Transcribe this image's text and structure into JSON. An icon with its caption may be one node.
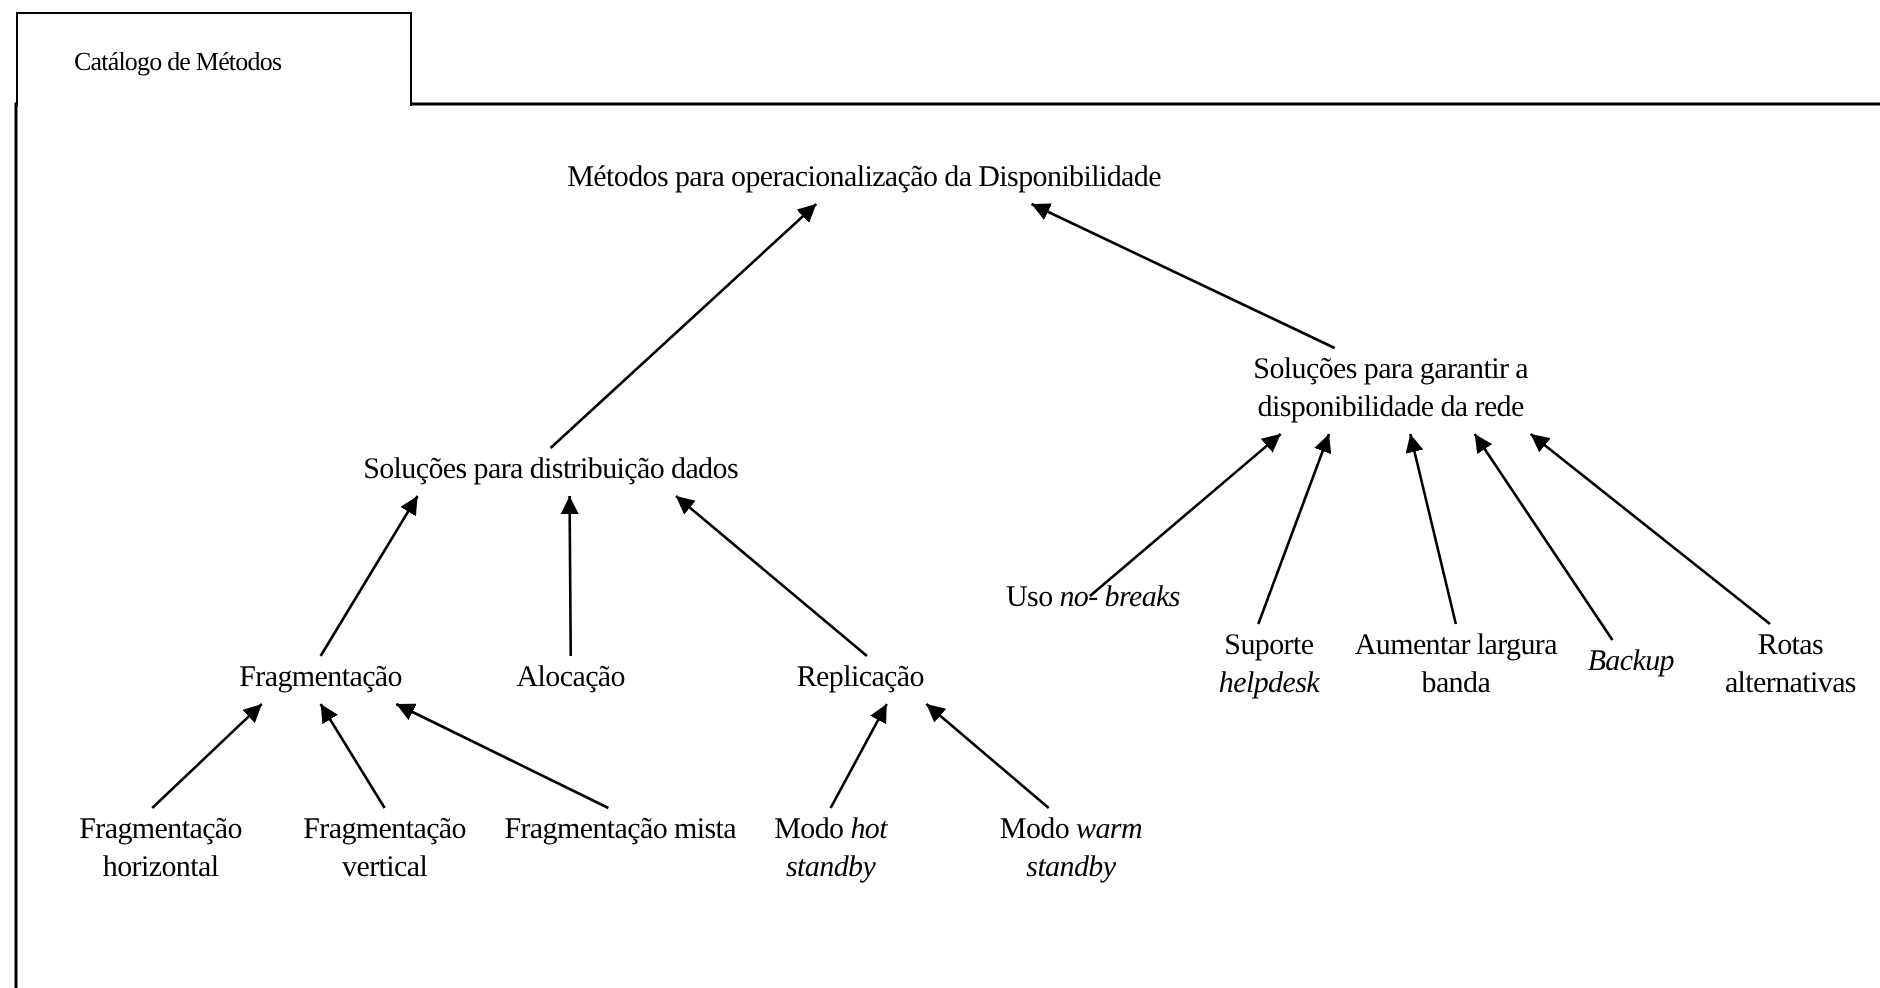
{
  "diagram": {
    "nodes": [
      {
        "text": [
          "Catálogo de Métodos"
        ]
      },
      {
        "text": [
          "Métodos para operacionalização da Disponibilidade"
        ]
      },
      {
        "text": [
          "Soluções para distribuição dados"
        ]
      },
      {
        "text": [
          "Soluções para garantir a disponibilidade da rede"
        ]
      },
      {
        "text": [
          "Fragmentação"
        ]
      },
      {
        "text": [
          "Alocação"
        ]
      },
      {
        "text": [
          "Replicação"
        ]
      },
      {
        "text": [
          "Fragmentação horizontal"
        ]
      },
      {
        "text": [
          "Fragmentação vertical"
        ]
      },
      {
        "text": [
          "Fragmentação mista"
        ]
      },
      {
        "text": [
          "Modo *hot standby*"
        ]
      },
      {
        "text": [
          "Modo *warm standby*"
        ]
      },
      {
        "text": [
          "Uso *no- breaks*"
        ]
      },
      {
        "text": [
          "Suporte *helpdesk*"
        ]
      },
      {
        "text": [
          "Aumentar largura banda"
        ]
      },
      {
        "text": [
          "Backup"
        ]
      },
      {
        "text": [
          "Rotas alternativas"
        ]
      }
    ],
    "edges": [
      {
        "from": 2,
        "to": 1,
        "arrow": "to"
      },
      {
        "from": 3,
        "to": 1,
        "arrow": "to"
      },
      {
        "from": 4,
        "to": 2,
        "arrow": "to"
      },
      {
        "from": 5,
        "to": 2,
        "arrow": "to"
      },
      {
        "from": 6,
        "to": 2,
        "arrow": "to"
      },
      {
        "from": 7,
        "to": 4,
        "arrow": "to"
      },
      {
        "from": 8,
        "to": 4,
        "arrow": "to"
      },
      {
        "from": 9,
        "to": 4,
        "arrow": "to"
      },
      {
        "from": 10,
        "to": 6,
        "arrow": "to"
      },
      {
        "from": 11,
        "to": 6,
        "arrow": "to"
      },
      {
        "from": 12,
        "to": 3,
        "arrow": "to"
      },
      {
        "from": 13,
        "to": 3,
        "arrow": "to"
      },
      {
        "from": 14,
        "to": 3,
        "arrow": "to"
      },
      {
        "from": 15,
        "to": 3,
        "arrow": "to"
      },
      {
        "from": 16,
        "to": 3,
        "arrow": "to"
      }
    ]
  }
}
